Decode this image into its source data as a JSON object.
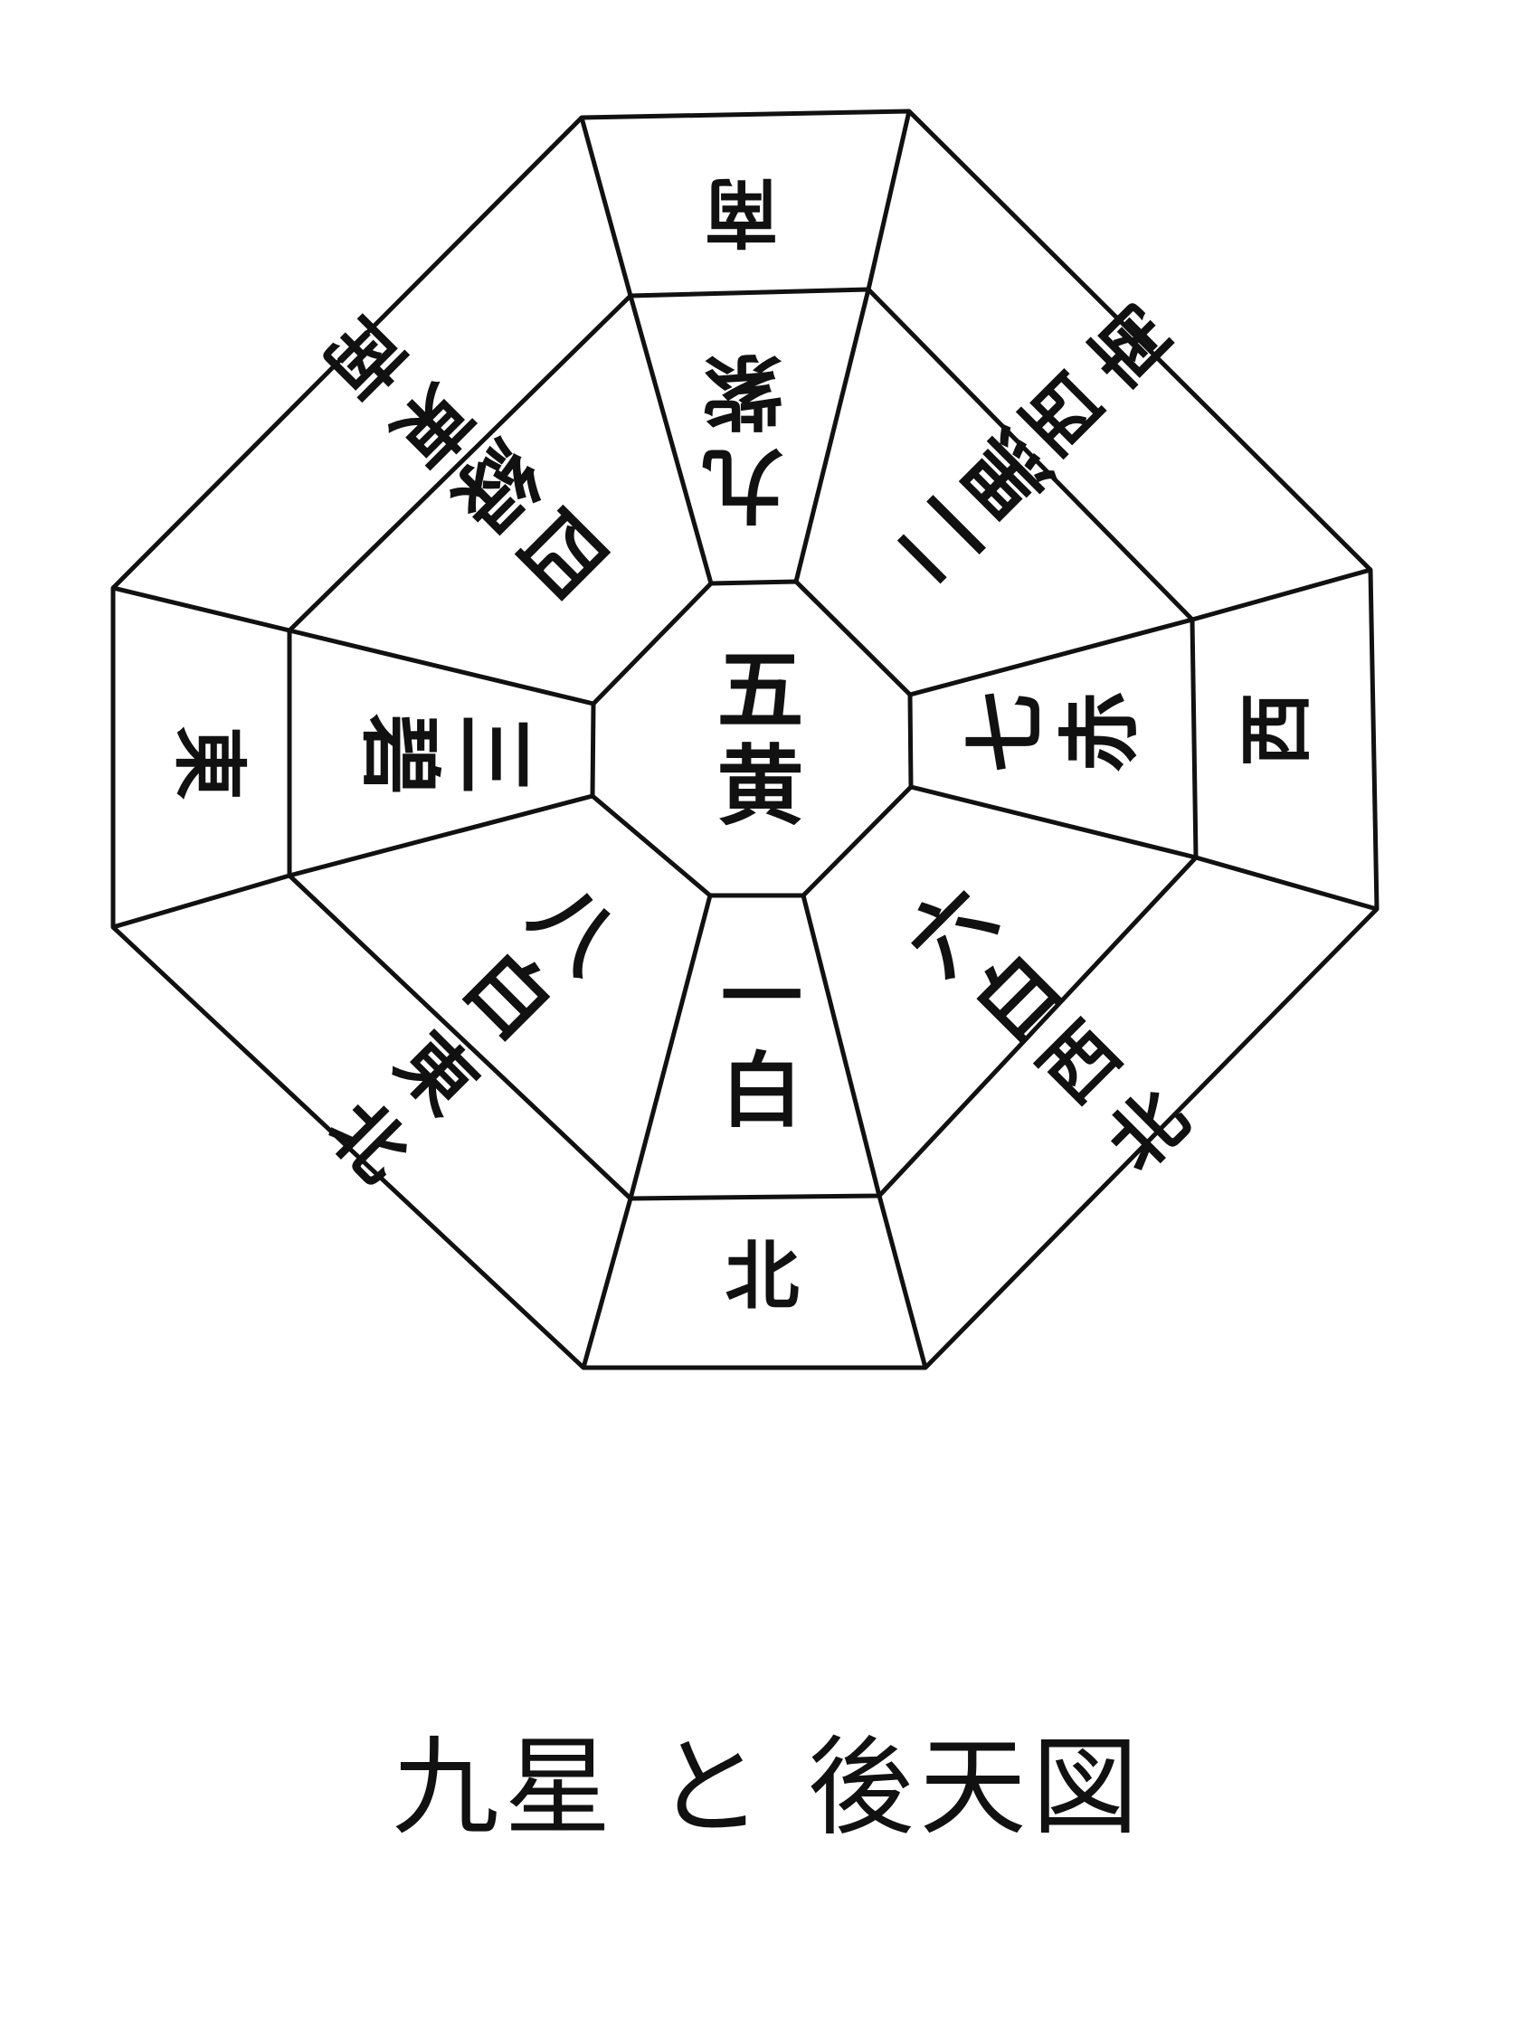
{
  "title": "九星 と 後天図",
  "diagram": {
    "type": "octagonal-compass",
    "center": {
      "label": "五黄",
      "star_number": 5
    },
    "sectors": [
      {
        "position": "bottom",
        "direction": "北",
        "star": "一白",
        "rotation": 0
      },
      {
        "position": "lower-left",
        "direction": "東北",
        "star": "八白",
        "rotation": 45
      },
      {
        "position": "left",
        "direction": "東",
        "star": "三碧",
        "rotation": 90
      },
      {
        "position": "upper-left",
        "direction": "東南",
        "star": "四緑",
        "rotation": 135
      },
      {
        "position": "top",
        "direction": "南",
        "star": "九紫",
        "rotation": 180
      },
      {
        "position": "upper-right",
        "direction": "西南",
        "star": "二黒",
        "rotation": 225
      },
      {
        "position": "right",
        "direction": "西",
        "star": "七赤",
        "rotation": 270
      },
      {
        "position": "lower-right",
        "direction": "西北",
        "star": "六白",
        "rotation": 315
      }
    ]
  }
}
